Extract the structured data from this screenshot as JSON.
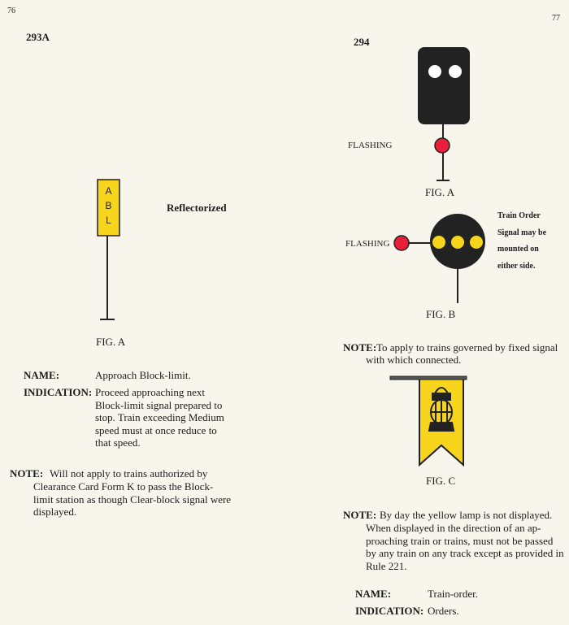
{
  "left_page": {
    "page_number": "76",
    "rule_number": "293A",
    "sign_letters": [
      "A",
      "B",
      "L"
    ],
    "sign_label": "Reflectorized",
    "fig_a_caption": "FIG. A",
    "name_label": "NAME:",
    "name_value": "Approach Block-limit.",
    "indication_label": "INDICATION:",
    "indication_lines": [
      "Proceed approaching next",
      "Block-limit signal prepared to",
      "stop.  Train exceeding Medium",
      "speed must at once reduce to",
      "that speed."
    ],
    "note_label": "NOTE:",
    "note_lines": [
      "Will not apply to trains authorized by",
      "Clearance Card Form K to pass the Block-",
      "limit station as though Clear-block signal were",
      "displayed."
    ]
  },
  "right_page": {
    "page_number": "77",
    "rule_number": "294",
    "fig_a_flashing": "FLASHING",
    "fig_a_caption": "FIG. A",
    "fig_b_flashing": "FLASHING",
    "fig_b_side_note": [
      "Train Order",
      "Signal may be",
      "mounted on",
      "either side."
    ],
    "fig_b_caption": "FIG. B",
    "note1_label": "NOTE:",
    "note1_lines": [
      "To apply to trains governed by fixed signal",
      "with which connected."
    ],
    "fig_c_caption": "FIG. C",
    "note2_label": "NOTE:",
    "note2_lines": [
      "By day the yellow lamp is not displayed.",
      "When displayed in the direction of an ap-",
      "proaching train or trains, must not be passed",
      "by any train on any track except as provided in",
      "Rule 221."
    ],
    "name_label": "NAME:",
    "name_value": "Train-order.",
    "indication_label": "INDICATION:",
    "indication_value": "Orders."
  },
  "colors": {
    "yellow": "#f7d51d",
    "red": "#e8203a",
    "black": "#222222"
  }
}
